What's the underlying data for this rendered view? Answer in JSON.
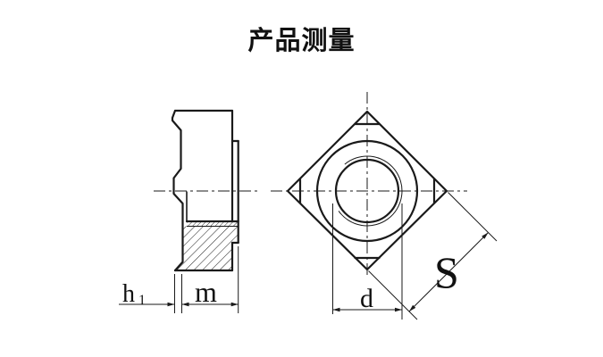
{
  "title": "产品测量",
  "labels": {
    "h": "h",
    "h_sub": "1",
    "m": "m",
    "d": "d",
    "s": "S"
  },
  "colors": {
    "line": "#1a1a1a",
    "background": "#ffffff"
  }
}
